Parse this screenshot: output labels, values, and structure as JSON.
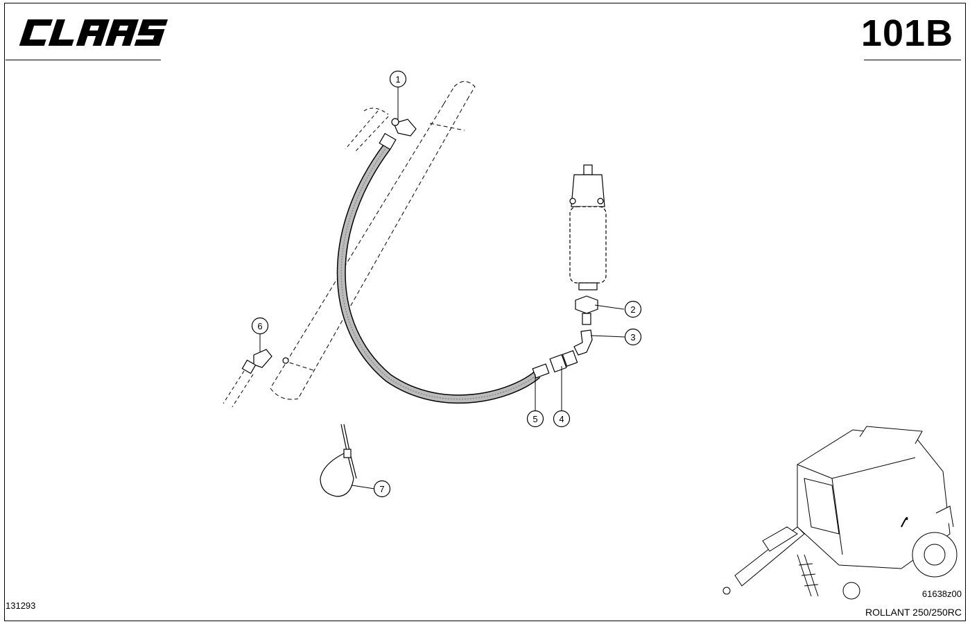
{
  "header": {
    "brand": "CLAAS",
    "sheet_number": "101B"
  },
  "footer": {
    "drawing_date": "131293",
    "drawing_code": "61638z00",
    "model": "ROLLANT 250/250RC"
  },
  "callouts": [
    "1",
    "2",
    "3",
    "4",
    "5",
    "6",
    "7"
  ]
}
